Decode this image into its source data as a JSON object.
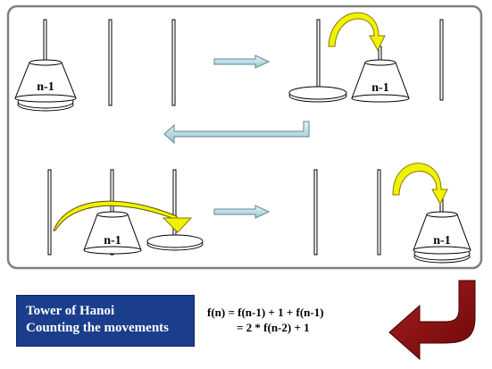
{
  "disk_label": "n-1",
  "title": {
    "line1": "Tower of Hanoi",
    "line2": "Counting the movements"
  },
  "formula": {
    "line1": "f(n) = f(n-1) + 1 + f(n-1)",
    "line2": "= 2 * f(n-2) + 1"
  },
  "colors": {
    "panel_border": "#808080",
    "step_arrow": "#b0d4dc",
    "move_arrow_fill": "#f2f200",
    "move_arrow_stroke": "#8a7a00",
    "big_arrow": "#8b1010",
    "title_box": "#1a3e8c"
  }
}
